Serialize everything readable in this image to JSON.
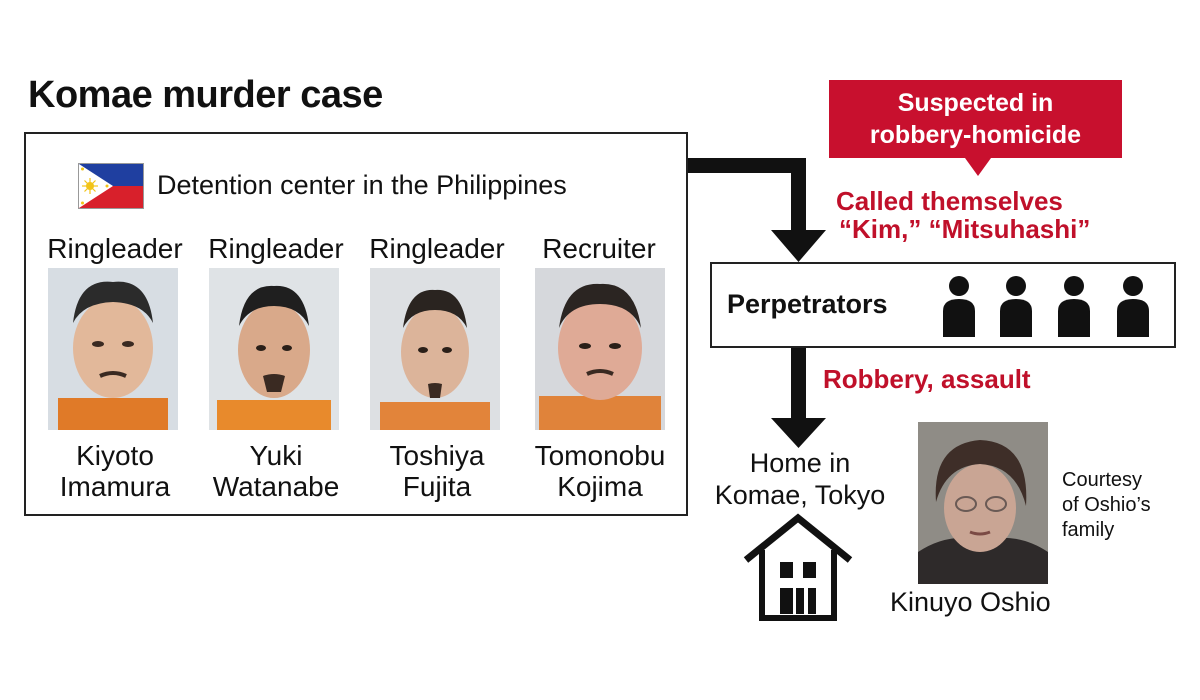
{
  "title": "Komae murder case",
  "detention": {
    "label": "Detention center in the Philippines",
    "flag": "philippines-flag"
  },
  "suspects": [
    {
      "role": "Ringleader",
      "name_line1": "Kiyoto",
      "name_line2": "Imamura"
    },
    {
      "role": "Ringleader",
      "name_line1": "Yuki",
      "name_line2": "Watanabe"
    },
    {
      "role": "Ringleader",
      "name_line1": "Toshiya",
      "name_line2": "Fujita"
    },
    {
      "role": "Recruiter",
      "name_line1": "Tomonobu",
      "name_line2": "Kojima"
    }
  ],
  "callout": {
    "line1": "Suspected in",
    "line2": "robbery-homicide"
  },
  "called_themselves": {
    "line1": "Called themselves",
    "line2": "“Kim,” “Mitsuhashi”"
  },
  "perpetrators": {
    "label": "Perpetrators",
    "icon": "person-silhouette-icon",
    "count": 4
  },
  "robbery_label": "Robbery, assault",
  "home": {
    "line1": "Home in",
    "line2": "Komae, Tokyo",
    "icon": "house-icon"
  },
  "victim": {
    "name": "Kinuyo Oshio",
    "courtesy_line1": "Courtesy",
    "courtesy_line2": "of Oshio’s",
    "courtesy_line3": "family"
  },
  "colors": {
    "accent_red": "#c8102e",
    "text_red": "#c0102a",
    "arrow": "#111111"
  }
}
